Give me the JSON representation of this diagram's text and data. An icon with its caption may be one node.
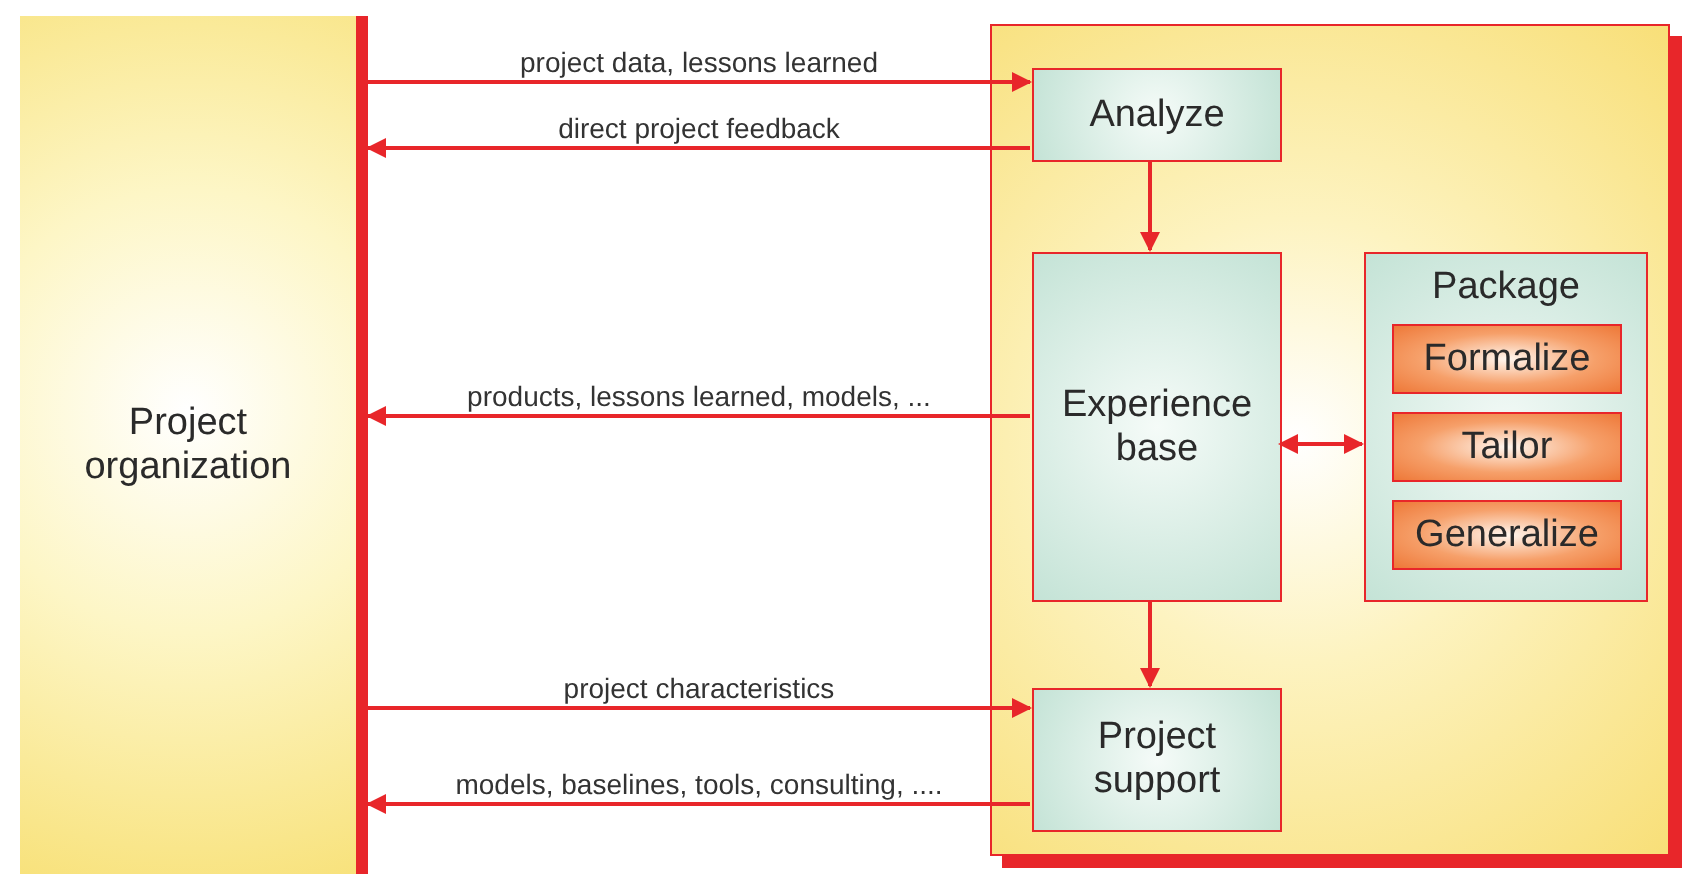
{
  "diagram": {
    "nodes": [
      {
        "text": [
          "Project organization"
        ]
      },
      {
        "text": [],
        "shape": "box"
      },
      {
        "text": [
          "Analyze"
        ],
        "in": 1
      },
      {
        "text": [
          "Experience base"
        ],
        "in": 1
      },
      {
        "text": [
          "Package"
        ],
        "in": 1
      },
      {
        "text": [
          "Formalize"
        ],
        "in": 4
      },
      {
        "text": [
          "Tailor"
        ],
        "in": 4
      },
      {
        "text": [
          "Generalize"
        ],
        "in": 4
      },
      {
        "text": [
          "Project support"
        ],
        "in": 1
      }
    ],
    "edges": [
      {
        "from": 0,
        "to": 2,
        "arrow": "to",
        "label": "project data, lessons learned"
      },
      {
        "from": 2,
        "to": 0,
        "arrow": "to",
        "label": "direct project feedback"
      },
      {
        "from": 3,
        "to": 0,
        "arrow": "to",
        "label": "products, lessons learned, models, ..."
      },
      {
        "from": 0,
        "to": 8,
        "arrow": "to",
        "label": "project characteristics"
      },
      {
        "from": 8,
        "to": 0,
        "arrow": "to",
        "label": "models, baselines, tools, consulting, ...."
      },
      {
        "from": 2,
        "to": 3,
        "arrow": "to"
      },
      {
        "from": 3,
        "to": 8,
        "arrow": "to"
      },
      {
        "from": 3,
        "to": 4,
        "arrow": "both"
      }
    ]
  }
}
